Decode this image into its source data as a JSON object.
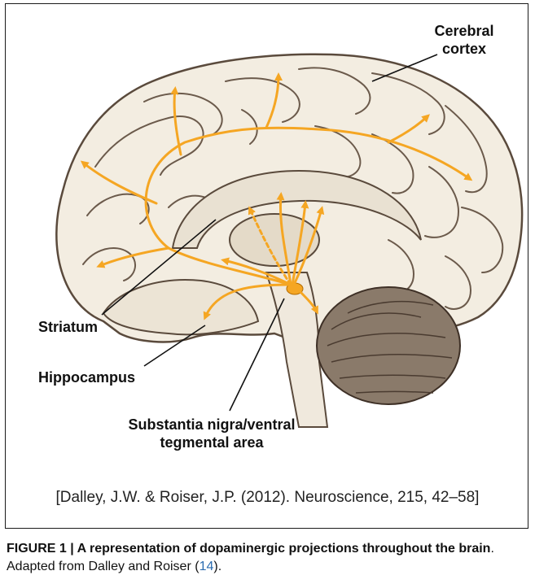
{
  "figure": {
    "labels": {
      "cortex_line1": "Cerebral",
      "cortex_line2": "cortex",
      "striatum": "Striatum",
      "hippocampus": "Hippocampus",
      "snvta_line1": "Substantia nigra/ventral",
      "snvta_line2": "tegmental area"
    },
    "citation": "[Dalley, J.W. & Roiser, J.P. (2012). Neuroscience, 215, 42–58]",
    "colors": {
      "pathway": "#f5a623",
      "brain_fill": "#f3ede1",
      "brain_outline": "#5a4a3c",
      "cerebellum": "#7a6a5c"
    }
  },
  "caption": {
    "heading": "FIGURE 1 | A representation of dopaminergic projections throughout the brain",
    "body_before_ref": ". Adapted from Dalley and Roiser (",
    "ref": "14",
    "body_after_ref": ")."
  }
}
